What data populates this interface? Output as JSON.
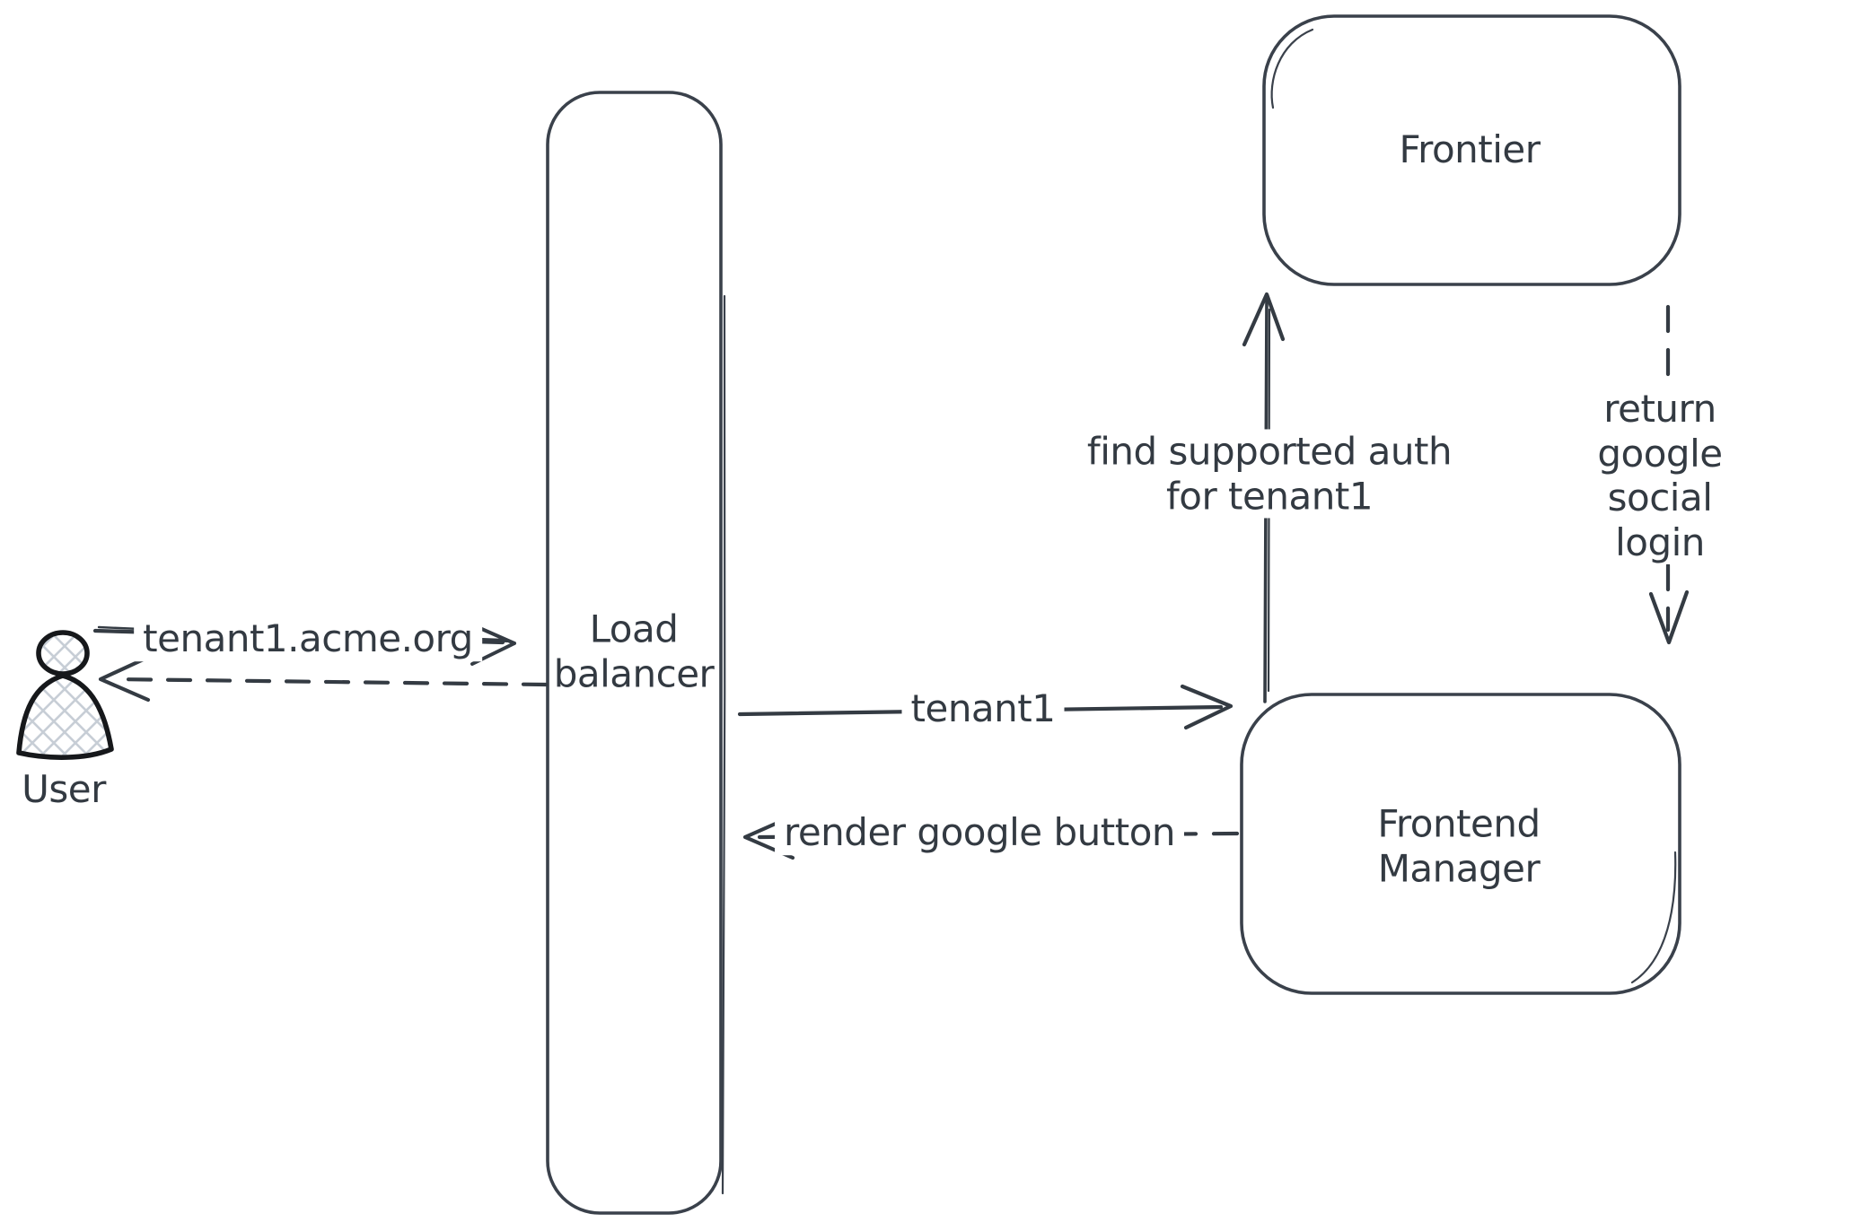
{
  "diagram": {
    "background_color": "#ffffff",
    "stroke_color": "#3a414b",
    "text_color": "#333a42",
    "user_icon_hatch_color": "#c7ced6",
    "nodes": {
      "user": {
        "label": "User"
      },
      "load_balancer": {
        "label": "Load\nbalancer"
      },
      "frontier": {
        "label": "Frontier"
      },
      "frontend_manager": {
        "label": "Frontend\nManager"
      }
    },
    "edges": {
      "request": {
        "label": "tenant1.acme.org",
        "style": "solid",
        "from": "user",
        "to": "load_balancer"
      },
      "response": {
        "label": "",
        "style": "dashed",
        "from": "load_balancer",
        "to": "user"
      },
      "tenant_route": {
        "label": "tenant1",
        "style": "solid",
        "from": "load_balancer",
        "to": "frontend_manager"
      },
      "render_button": {
        "label": "render google button",
        "style": "dashed",
        "from": "frontend_manager",
        "to": "load_balancer"
      },
      "find_auth": {
        "label": "find supported auth\nfor tenant1",
        "style": "solid",
        "from": "frontend_manager",
        "to": "frontier"
      },
      "return_login": {
        "label": "return google social\nlogin",
        "style": "dashed",
        "from": "frontier",
        "to": "frontend_manager"
      }
    }
  }
}
